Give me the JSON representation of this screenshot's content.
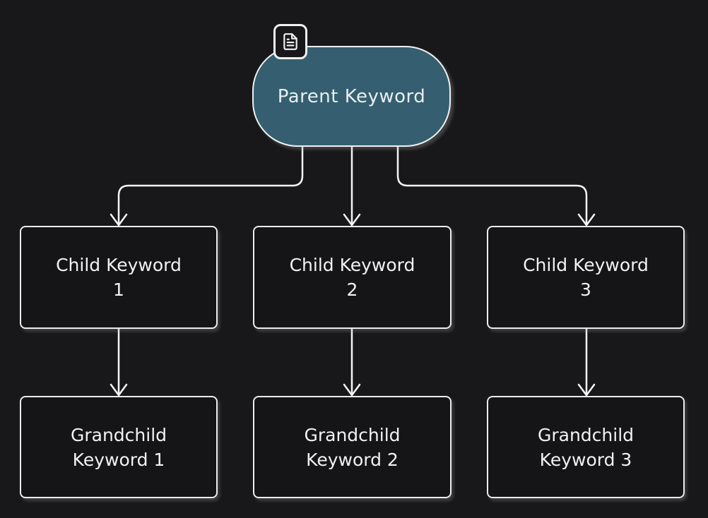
{
  "diagram": {
    "parent": {
      "label": "Parent Keyword"
    },
    "children": [
      {
        "line1": "Child Keyword",
        "line2": "1"
      },
      {
        "line1": "Child Keyword",
        "line2": "2"
      },
      {
        "line1": "Child Keyword",
        "line2": "3"
      }
    ],
    "grandchildren": [
      {
        "line1": "Grandchild",
        "line2": "Keyword 1"
      },
      {
        "line1": "Grandchild",
        "line2": "Keyword 2"
      },
      {
        "line1": "Grandchild",
        "line2": "Keyword 3"
      }
    ],
    "icons": {
      "parent_badge": "file-text-icon"
    },
    "colors": {
      "background": "#18181a",
      "node_fill": "#151517",
      "parent_fill": "#355f70",
      "border": "#ececec",
      "text": "#f2f2f2",
      "connector": "#f5f5f5"
    }
  }
}
